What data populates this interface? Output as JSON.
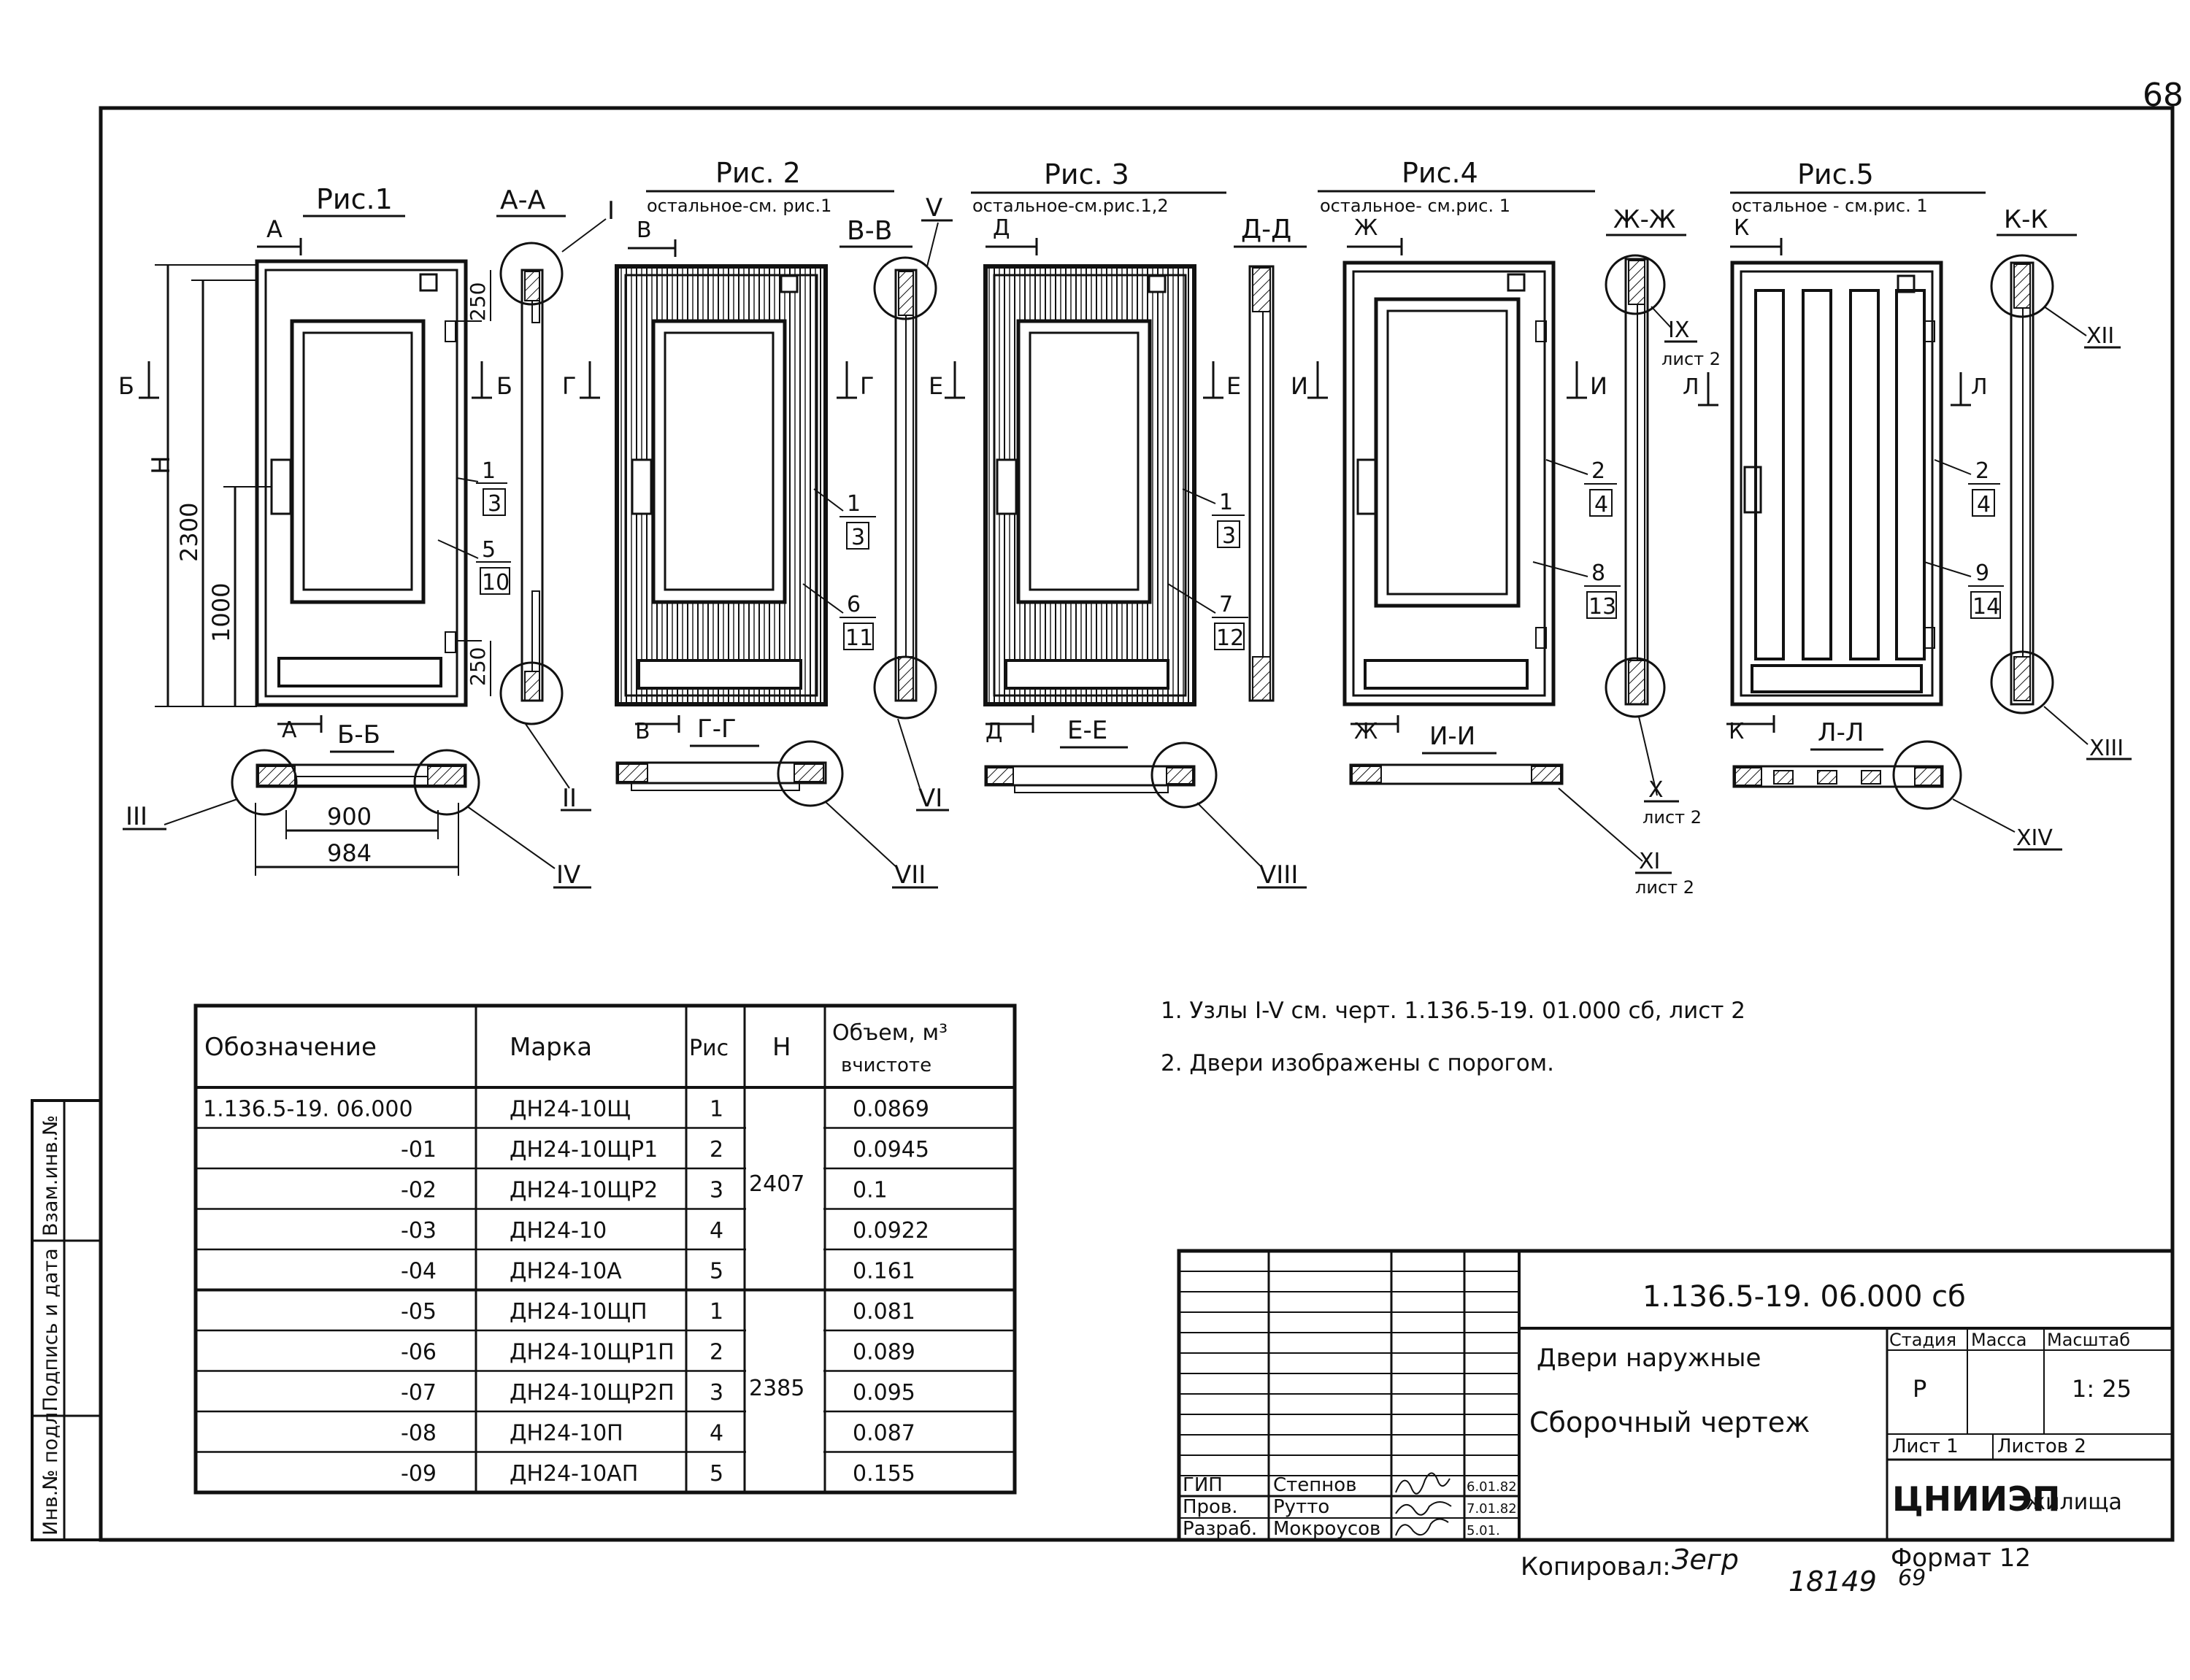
{
  "sheet": {
    "page_number": "68",
    "copied_by": "Копировал:",
    "copier_signature": "Зегр",
    "copy_number": "18149",
    "copy_number_sub": "69",
    "format_label": "Формат 12"
  },
  "left_stamp": [
    "Инв.№ подл.",
    "Подпись и дата",
    "Взам.инв.№"
  ],
  "figures": {
    "fig1": {
      "title": "Рис.1",
      "section": "А-А",
      "dim_total": "2300",
      "dim_handle": "1000",
      "dim_top": "250",
      "dim_bottom": "250",
      "height_label": "Н",
      "cut_a": "А",
      "cut_b": "Б"
    },
    "fig2": {
      "title": "Рис. 2",
      "note": "остальное-см. рис.1",
      "section": "В-В",
      "cut_v": "В",
      "cut_g": "Г"
    },
    "fig3": {
      "title": "Рис. 3",
      "note": "остальное-см.рис.1,2",
      "section": "Д-Д",
      "cut_d": "Д",
      "cut_e": "Е"
    },
    "fig4": {
      "title": "Рис.4",
      "note": "остальное- см.рис. 1",
      "section": "Ж-Ж",
      "cut_zh": "Ж",
      "cut_i": "И"
    },
    "fig5": {
      "title": "Рис.5",
      "note": "остальное - см.рис. 1",
      "section": "К-К",
      "cut_k": "К",
      "cut_l": "Л"
    }
  },
  "plan_sections": {
    "bb": {
      "label": "Б-Б",
      "dim_inner": "900",
      "dim_outer": "984"
    },
    "gg": {
      "label": "Г-Г"
    },
    "ee": {
      "label": "Е-Е"
    },
    "ii": {
      "label": "И-И"
    },
    "ll": {
      "label": "Л-Л"
    }
  },
  "nodes": {
    "I": "I",
    "II": "II",
    "III": "III",
    "IV": "IV",
    "V": "V",
    "VI": "VI",
    "VII": "VII",
    "VIII": "VIII",
    "IX": "IX",
    "X": "X",
    "XI": "XI",
    "XII": "XII",
    "XIII": "XIII",
    "XIV": "XIV",
    "sheet2": "лист 2"
  },
  "callouts": {
    "f1_top_num": "1",
    "f1_top_sheet": "3",
    "f1_bot_num": "5",
    "f1_bot_sheet": "10",
    "f2_top_num": "1",
    "f2_top_sheet": "3",
    "f2_bot_num": "6",
    "f2_bot_sheet": "11",
    "f3_top_num": "1",
    "f3_top_sheet": "3",
    "f3_bot_num": "7",
    "f3_bot_sheet": "12",
    "f4_top_num": "2",
    "f4_top_sheet": "4",
    "f4_bot_num": "8",
    "f4_bot_sheet": "13",
    "f5_top_num": "2",
    "f5_top_sheet": "4",
    "f5_bot_num": "9",
    "f5_bot_sheet": "14"
  },
  "notes": [
    "1. Узлы I-V см. черт. 1.136.5-19. 01.000 сб, лист 2",
    "2. Двери изображены с порогом."
  ],
  "spec_table": {
    "headers": {
      "designation": "Обозначение",
      "mark": "Марка",
      "fig": "Рис",
      "h": "Н",
      "volume": "Объем, м³",
      "volume_sub": "вчистоте"
    },
    "rows": [
      {
        "designation": "1.136.5-19. 06.000",
        "mark": "ДН24-10Щ",
        "fig": "1",
        "volume": "0.0869"
      },
      {
        "designation": "-01",
        "mark": "ДН24-10ЩР1",
        "fig": "2",
        "volume": "0.0945"
      },
      {
        "designation": "-02",
        "mark": "ДН24-10ЩР2",
        "fig": "3",
        "volume": "0.1"
      },
      {
        "designation": "-03",
        "mark": "ДН24-10",
        "fig": "4",
        "volume": "0.0922"
      },
      {
        "designation": "-04",
        "mark": "ДН24-10А",
        "fig": "5",
        "volume": "0.161"
      },
      {
        "designation": "-05",
        "mark": "ДН24-10ЩП",
        "fig": "1",
        "volume": "0.081"
      },
      {
        "designation": "-06",
        "mark": "ДН24-10ЩР1П",
        "fig": "2",
        "volume": "0.089"
      },
      {
        "designation": "-07",
        "mark": "ДН24-10ЩР2П",
        "fig": "3",
        "volume": "0.095"
      },
      {
        "designation": "-08",
        "mark": "ДН24-10П",
        "fig": "4",
        "volume": "0.087"
      },
      {
        "designation": "-09",
        "mark": "ДН24-10АП",
        "fig": "5",
        "volume": "0.155"
      }
    ],
    "h_group1": "2407",
    "h_group2": "2385"
  },
  "title_block": {
    "code": "1.136.5-19. 06.000 сб",
    "name_line1": "Двери наружные",
    "name_line2": "Сборочный чертеж",
    "stage_header": "Стадия",
    "mass_header": "Масса",
    "scale_header": "Масштаб",
    "stage": "Р",
    "scale": "1: 25",
    "sheet": "Лист 1",
    "sheets": "Листов 2",
    "org_main": "ЦНИИЭП",
    "org_sub": "жилища",
    "people": [
      {
        "role": "ГИП",
        "name": "Степнов",
        "date": "6.01.82"
      },
      {
        "role": "Пров.",
        "name": "Рутто",
        "date": "7.01.82"
      },
      {
        "role": "Разраб.",
        "name": "Мокроусов",
        "date": "5.01."
      }
    ]
  }
}
